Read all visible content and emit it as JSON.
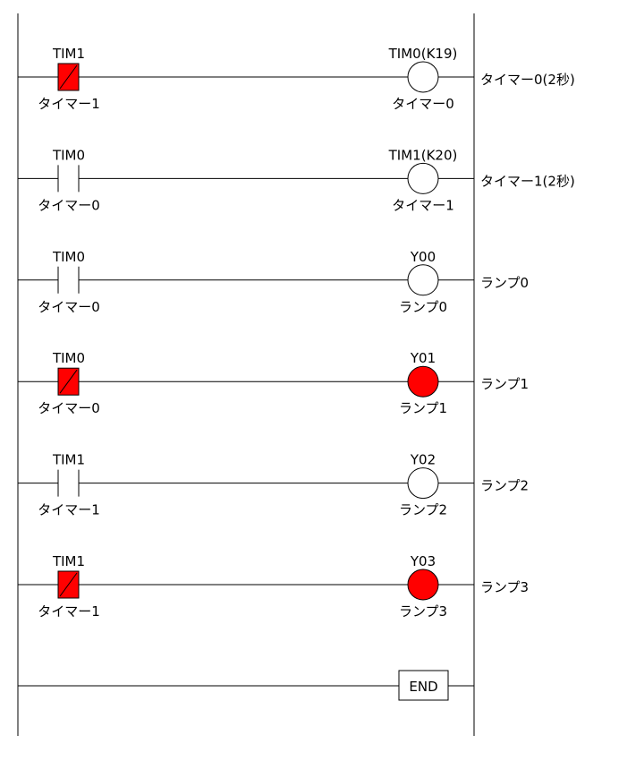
{
  "colors": {
    "active": "#ff0000",
    "inactive": "#ffffff",
    "line": "#000000"
  },
  "rungs": [
    {
      "contact": {
        "address": "TIM1",
        "name": "タイマー1",
        "type": "NC",
        "active": true
      },
      "coil": {
        "address": "TIM0(K19)",
        "name": "タイマー0",
        "active": false
      },
      "comment": "タイマー0(2秒)"
    },
    {
      "contact": {
        "address": "TIM0",
        "name": "タイマー0",
        "type": "NO",
        "active": false
      },
      "coil": {
        "address": "TIM1(K20)",
        "name": "タイマー1",
        "active": false
      },
      "comment": "タイマー1(2秒)"
    },
    {
      "contact": {
        "address": "TIM0",
        "name": "タイマー0",
        "type": "NO",
        "active": false
      },
      "coil": {
        "address": "Y00",
        "name": "ランプ0",
        "active": false
      },
      "comment": "ランプ0"
    },
    {
      "contact": {
        "address": "TIM0",
        "name": "タイマー0",
        "type": "NC",
        "active": true
      },
      "coil": {
        "address": "Y01",
        "name": "ランプ1",
        "active": true
      },
      "comment": "ランプ1"
    },
    {
      "contact": {
        "address": "TIM1",
        "name": "タイマー1",
        "type": "NO",
        "active": false
      },
      "coil": {
        "address": "Y02",
        "name": "ランプ2",
        "active": false
      },
      "comment": "ランプ2"
    },
    {
      "contact": {
        "address": "TIM1",
        "name": "タイマー1",
        "type": "NC",
        "active": true
      },
      "coil": {
        "address": "Y03",
        "name": "ランプ3",
        "active": true
      },
      "comment": "ランプ3"
    }
  ],
  "end_label": "END"
}
